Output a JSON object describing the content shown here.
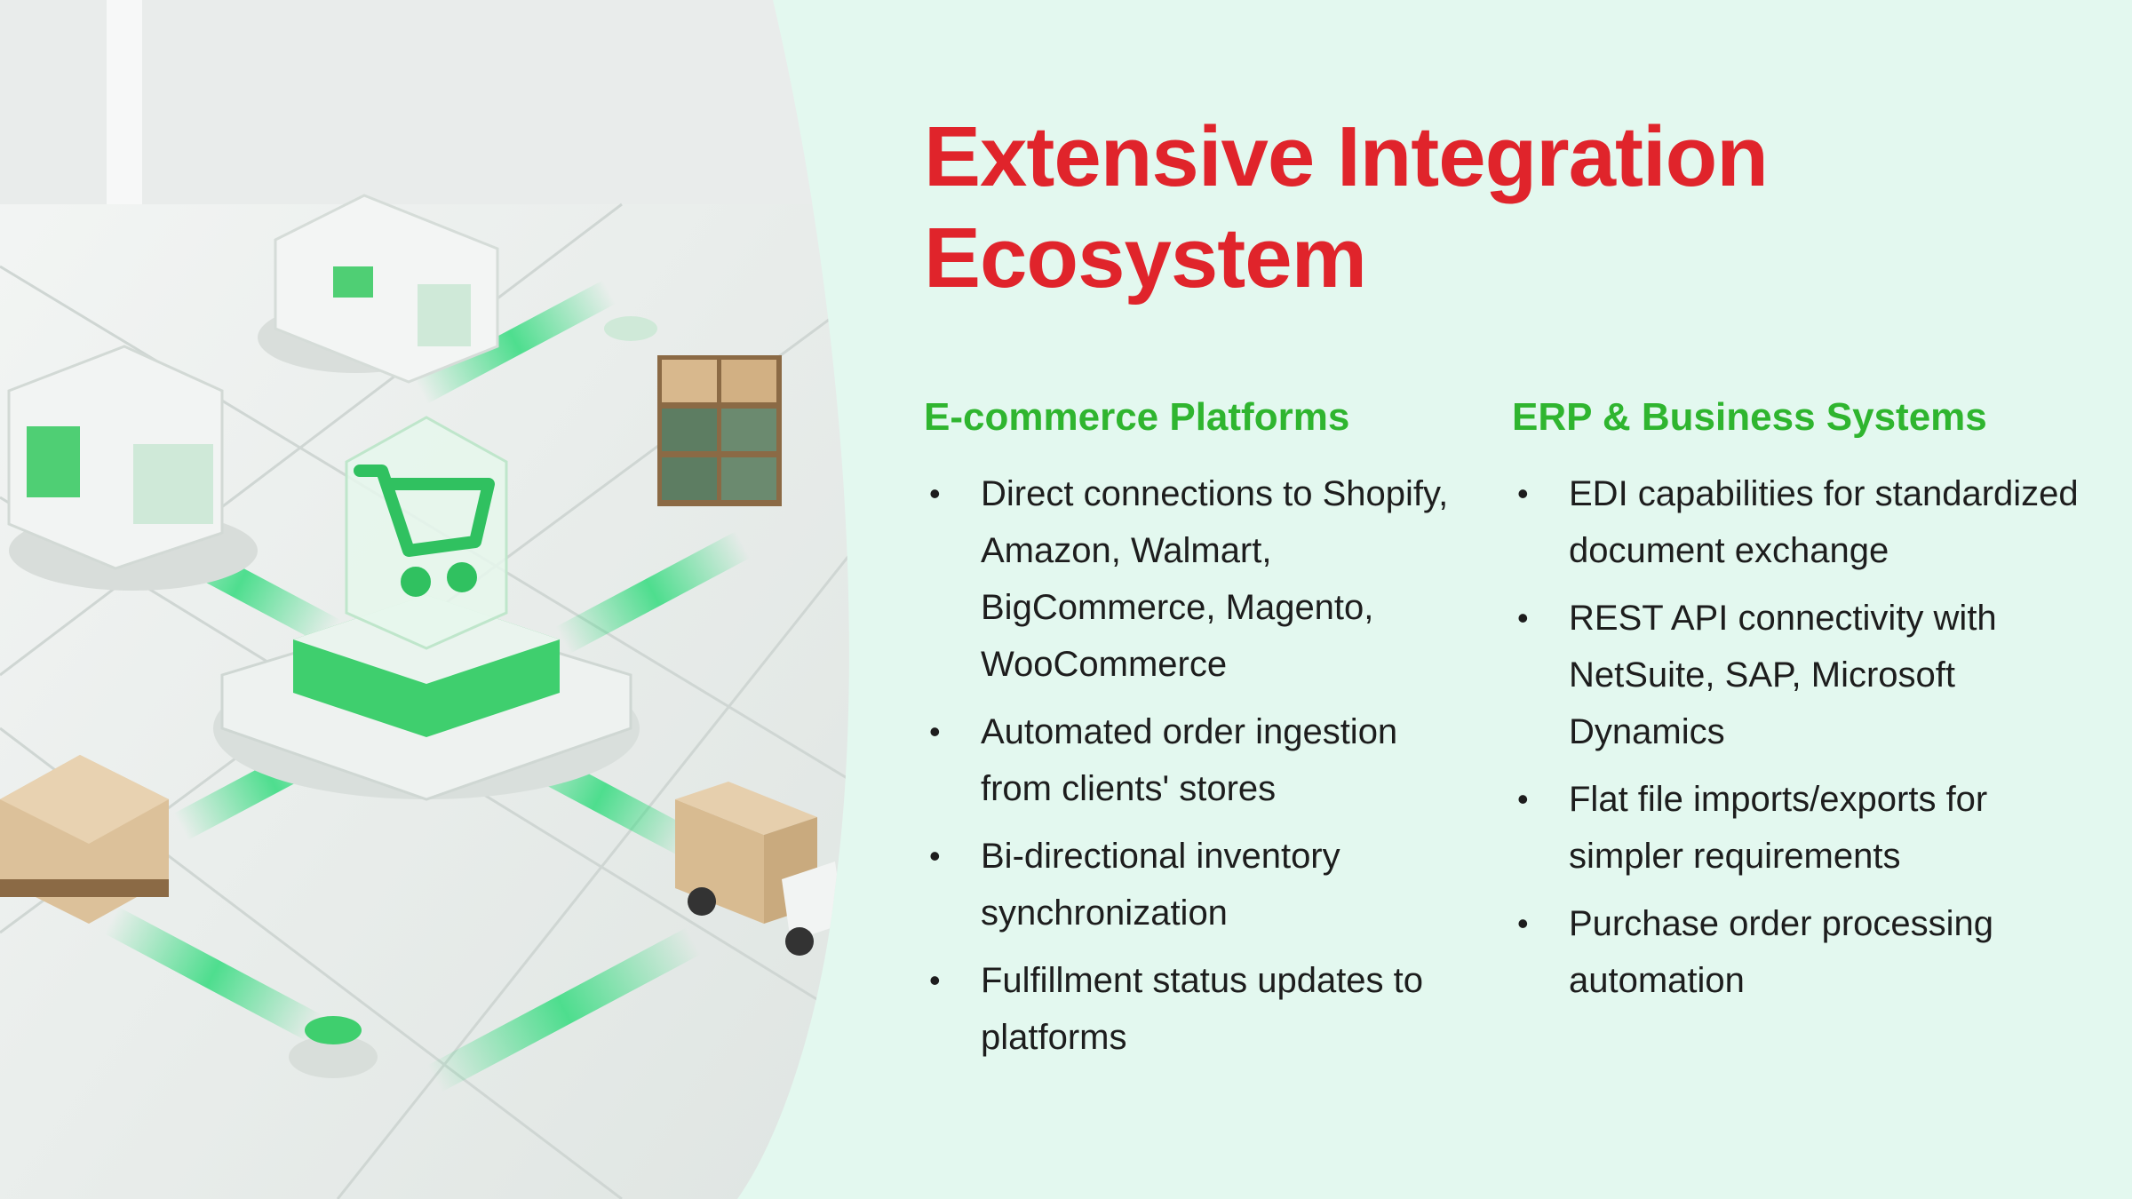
{
  "slide": {
    "title_line1": "Extensive Integration",
    "title_line2": "Ecosystem",
    "colors": {
      "title": "#e0242b",
      "heading": "#2fb52f",
      "background": "#e3f8ef",
      "accent_glow": "#3ddc84"
    },
    "hero_icon": "shopping-cart-icon",
    "columns": [
      {
        "heading": "E-commerce Platforms",
        "items": [
          "Direct connections to Shopify, Amazon, Walmart, BigCommerce, Magento, WooCommerce",
          "Automated order ingestion from clients' stores",
          "Bi-directional inventory synchronization",
          "Fulfillment status updates to platforms"
        ]
      },
      {
        "heading": "ERP & Business Systems",
        "items": [
          "EDI capabilities for standardized document exchange",
          "REST API connectivity with NetSuite, SAP, Microsoft Dynamics",
          "Flat file imports/exports for simpler requirements",
          "Purchase order processing automation"
        ]
      }
    ]
  }
}
